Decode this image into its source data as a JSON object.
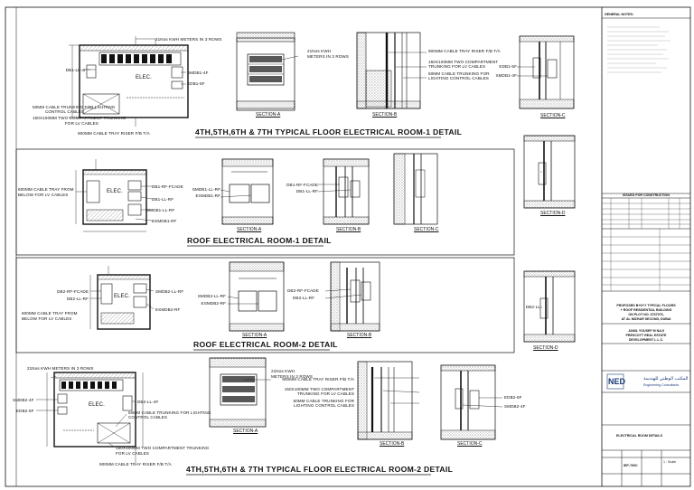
{
  "labels": {
    "p1": {
      "meters": "21Nos KWH METERS IN 3 ROWS",
      "db_left": "DB1-LL-4F",
      "smdb": "SMDB1-4F",
      "edb": "EDB1-5F",
      "elec": "ELEC.",
      "trunk_light": [
        "50MM CABLE TRUNKING FOR LIGHTING",
        "CONTROL CABLES"
      ],
      "trunk_lv": [
        "150X100MM TWO COMPARTMENT TRUNKING",
        "FOR LV CABLES"
      ],
      "tray": "900MM CABLE TRAY RISER F/B T/A",
      "secA_meters": [
        "21Nos KWH",
        "METERS IN 3 ROWS"
      ],
      "secB_tray": "900MM CABLE TRAY RISER F/B T/A",
      "secB_trunk": [
        "150X100MM TWO COMPARTMENT",
        "TRUNKING FOR LV CABLES"
      ],
      "secB_light": [
        "50MM CABLE TRUNKING FOR",
        "LIGHTING CONTROL CABLES"
      ],
      "secC_edb": "EDB1-5F",
      "secC_smdb": "SMDB1-4F",
      "sec_a": "SECTION-A",
      "sec_b": "SECTION-B",
      "sec_c": "SECTION-C",
      "title": "4TH,5TH,6TH & 7TH TYPICAL FLOOR ELECTRICAL ROOM-1 DETAIL"
    },
    "p2": {
      "tray": [
        "600MM CABLE TRAY FROM",
        "BELOW FOR LV CABLES"
      ],
      "fcade": "DB1-RF-FCADE",
      "ll": "DB1-LL-RF",
      "smdb": "SMDB1-LL-RF",
      "esmdb": "ESMDB1-RF",
      "elec": "ELEC.",
      "secA_smdb": "SMDB1-LL-RF",
      "secA_esmdb": "ESMDB1-RF",
      "secB_fcade": "DB1-RF-FCADE",
      "secB_ll": "DB1-LL-RF",
      "sec_a": "SECTION-A",
      "sec_b": "SECTION-B",
      "sec_c": "SECTION-C",
      "sec_d": "SECTION-D",
      "title": "ROOF ELECTRICAL ROOM-1 DETAIL"
    },
    "p3": {
      "fcade": "DB2-RF-FCADE",
      "ll": "DB2-LL-RF",
      "tray": [
        "600MM CABLE TRAY FROM",
        "BELOW FOR LV CABLES"
      ],
      "smdb": "SMDB2-LL-RF",
      "esmdb": "ESMDB2-RF",
      "elec": "ELEC.",
      "secA_smdb": "SMDB2-LL-RF",
      "secA_esmdb": "ESMDB2-RF",
      "secB_fcade": "DB2-RF-FCADE",
      "secB_ll": "DB2-LL-RF",
      "secD_ll": "DB2-LL",
      "sec_a": "SECTION-A",
      "sec_b": "SECTION-B",
      "sec_d": "SECTION-D",
      "title": "ROOF ELECTRICAL ROOM-2 DETAIL"
    },
    "p4": {
      "meters": "21Nos KWH METERS IN 3 ROWS",
      "smdb": "SMDB2-4F",
      "edb": "EDB2-5F",
      "db_right": "DB2-LL-4F",
      "elec": "ELEC.",
      "trunk_light": [
        "50MM CABLE TRUNKING FOR LIGHTING",
        "CONTROL CABLES"
      ],
      "trunk_lv": [
        "150X100MM TWO COMPARTMENT TRUNKING",
        "FOR LV CABLES"
      ],
      "tray": "900MM CABLE TRAY RISER F/B T/A",
      "secA_meters": [
        "21Nos KWH",
        "METERS IN 3 ROWS"
      ],
      "secB_tray": "900MM CABLE TRAY RISER F/B T/A",
      "secB_trunk": [
        "150X100MM TWO COMPARTMENT",
        "TRUNKING FOR LV CABLES"
      ],
      "secB_light": [
        "50MM CABLE TRUNKING FOR",
        "LIGHTING CONTROL CABLES"
      ],
      "secC_edb": "EDB2-5F",
      "secC_smdb": "SMDB2-4F",
      "sec_a": "SECTION-A",
      "sec_b": "SECTION-B",
      "sec_c": "SECTION-C",
      "title": "4TH,5TH,6TH & 7TH TYPICAL FLOOR ELECTRICAL ROOM-2 DETAIL"
    }
  },
  "titleblock": {
    "general_notes": "GENERAL NOTES:",
    "issued": "ISSUED FOR CONSTRUCTION",
    "project": [
      "PROPOSED B+G+7 TYPICAL FLOORS",
      "+ ROOF RESIDENTIAL BUILDING",
      "ON PLOT NO. 6767076,",
      "AT AL MIZHAR SECOND, DUBAI"
    ],
    "client": [
      "JAMIL YOUSEF M NAJI",
      "PRESCOTT REAL ESTATE",
      "DEVELOPMENT L.L.C."
    ],
    "logo": "NED",
    "logo_sub": "Engineering Consultants",
    "logo_ar": "المكتب الوطني للهندسة",
    "drawing_title": "ELECTRICAL ROOM DETAILS",
    "drawing_no": "IEP-700C",
    "scale": "1 : Scale"
  },
  "colors": {
    "line": "#1a1a1a",
    "hatch": "#555555",
    "paper": "#ffffff"
  }
}
